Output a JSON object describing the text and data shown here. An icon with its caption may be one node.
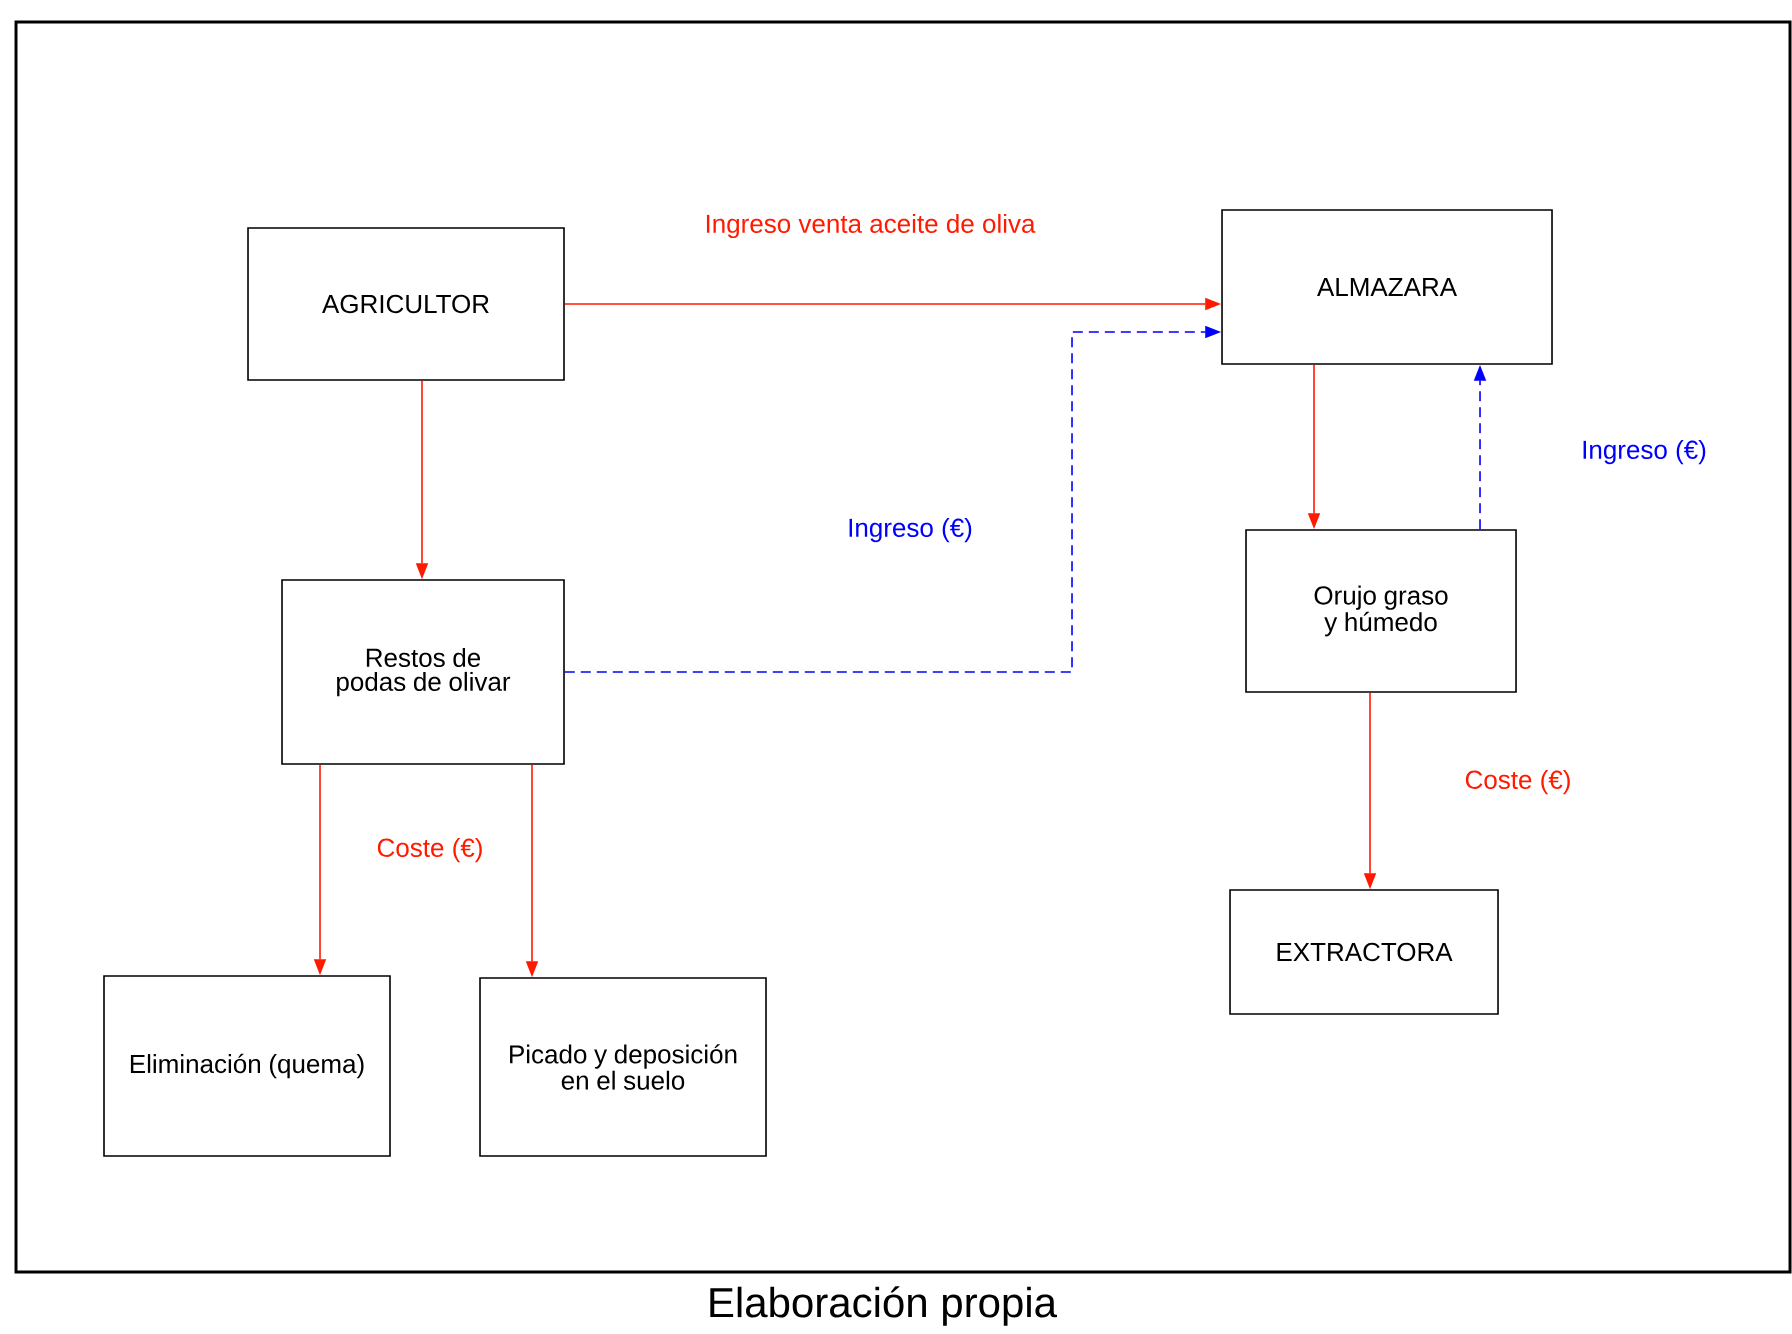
{
  "diagram": {
    "caption": "Elaboración propia",
    "nodes": [
      {
        "text": [
          "AGRICULTOR"
        ]
      },
      {
        "text": [
          "ALMAZARA"
        ]
      },
      {
        "text": [
          "Restos de podas de olivar"
        ]
      },
      {
        "text": [
          "Orujo graso y húmedo"
        ]
      },
      {
        "text": [
          "Eliminación (quema)"
        ]
      },
      {
        "text": [
          "Picado y deposición en el suelo"
        ]
      },
      {
        "text": [
          "EXTRACTORA"
        ]
      }
    ],
    "edges": [
      {
        "from": 0,
        "to": 1,
        "arrow": "to",
        "label": "Ingreso venta aceite de oliva"
      },
      {
        "from": 0,
        "to": 2,
        "arrow": "to"
      },
      {
        "from": 2,
        "to": 1,
        "arrow": "to",
        "label": "Ingreso (€)",
        "style": "dashed",
        "color": "#0000ff"
      },
      {
        "from": 1,
        "to": 3,
        "arrow": "to"
      },
      {
        "from": 3,
        "to": 1,
        "arrow": "to",
        "label": "Ingreso (€)",
        "style": "dashed",
        "color": "#0000ff"
      },
      {
        "from": 2,
        "to": 4,
        "arrow": "to",
        "label": "Coste (€)"
      },
      {
        "from": 2,
        "to": 5,
        "arrow": "to"
      },
      {
        "from": 3,
        "to": 6,
        "arrow": "to",
        "label": "Coste (€)"
      }
    ]
  }
}
